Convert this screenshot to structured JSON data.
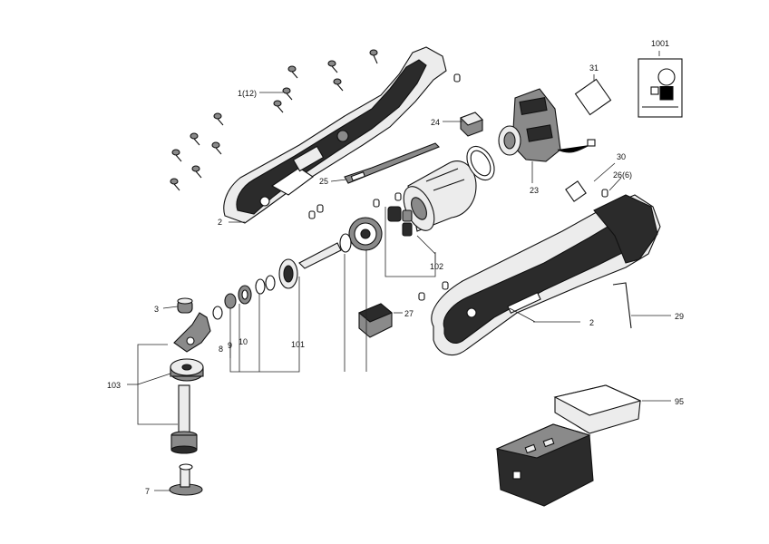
{
  "labels": {
    "l1001": "1001",
    "l31": "31",
    "l1_12": "1(12)",
    "l24": "24",
    "l30": "30",
    "l26_6": "26(6)",
    "l25": "25",
    "l23": "23",
    "l2_upper": "2",
    "l102": "102",
    "l3": "3",
    "l27": "27",
    "l2_lower": "2",
    "l29": "29",
    "l8": "8",
    "l9": "9",
    "l10": "10",
    "l101": "101",
    "l103": "103",
    "l95": "95",
    "l7": "7"
  }
}
